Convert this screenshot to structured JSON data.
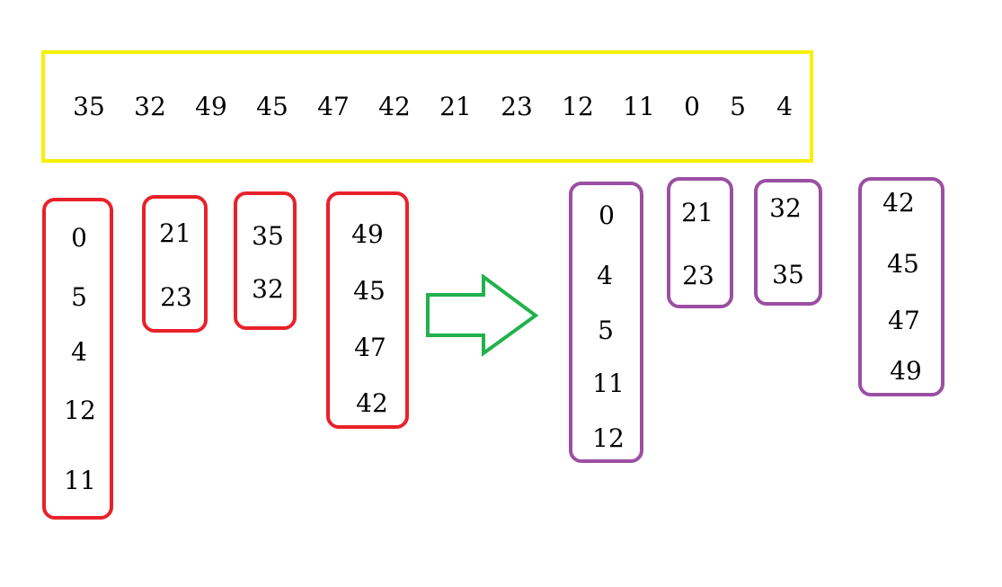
{
  "input_array": [
    "35",
    "32",
    "49",
    "45",
    "47",
    "42",
    "21",
    "23",
    "12",
    "11",
    "0",
    "5",
    "4"
  ],
  "buckets_before": [
    [
      "0",
      "5",
      "4",
      "12",
      "11"
    ],
    [
      "21",
      "23"
    ],
    [
      "35",
      "32"
    ],
    [
      "49",
      "45",
      "47",
      "42"
    ]
  ],
  "buckets_after": [
    [
      "0",
      "4",
      "5",
      "11",
      "12"
    ],
    [
      "21",
      "23"
    ],
    [
      "32",
      "35"
    ],
    [
      "42",
      "45",
      "47",
      "49"
    ]
  ],
  "colors": {
    "input_border": "#f7f000",
    "before_border": "#e8212a",
    "after_border": "#9b4fa3",
    "arrow": "#22b14c"
  }
}
